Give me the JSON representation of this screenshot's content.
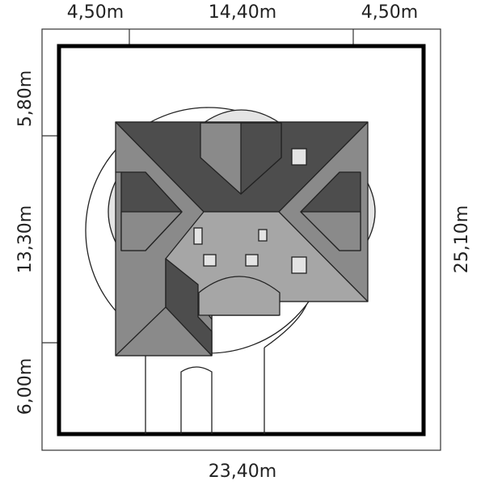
{
  "dimensions": {
    "top_left": "4,50m",
    "top_center": "14,40m",
    "top_right": "4,50m",
    "bottom": "23,40m",
    "left_top": "5,80m",
    "left_middle": "13,30m",
    "left_bottom": "6,00m",
    "right": "25,10m"
  },
  "colors": {
    "roof_dark": "#4d4d4d",
    "roof_mid": "#8a8a8a",
    "roof_light": "#a6a6a6",
    "bay_glass": "#e4e4e4",
    "plot_border": "#000000"
  }
}
